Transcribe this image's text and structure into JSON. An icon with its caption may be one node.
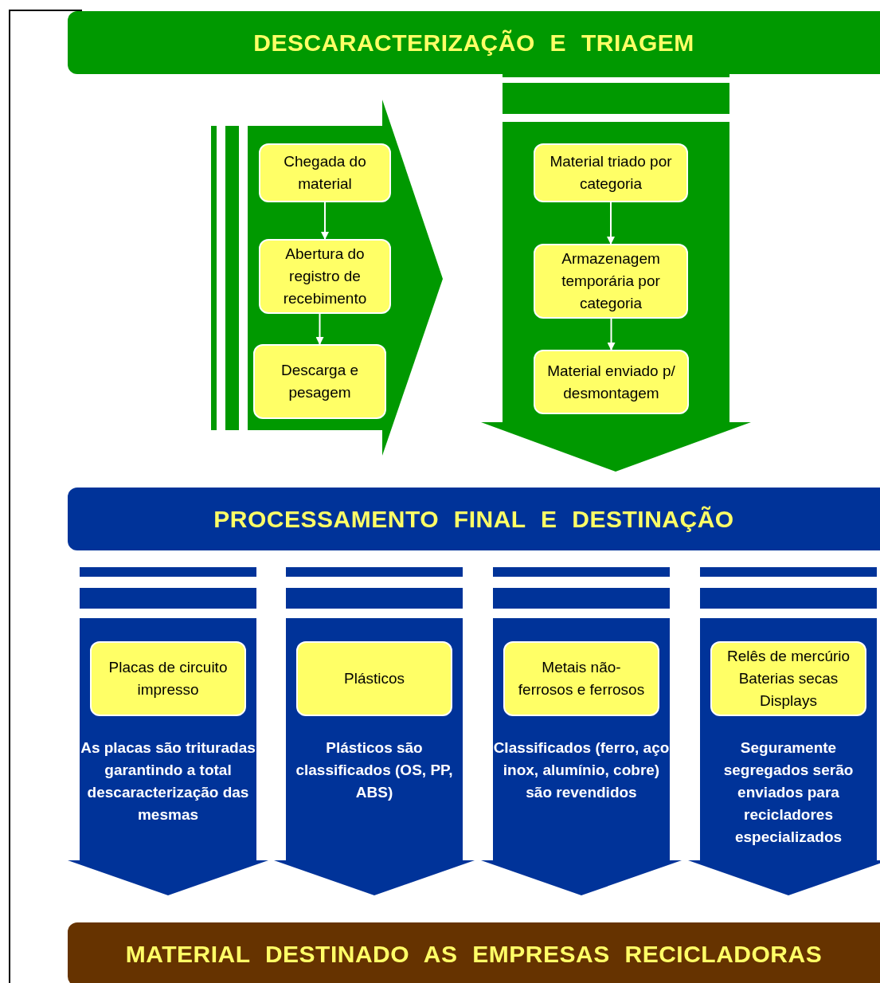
{
  "diagram": {
    "nodes": [
      {
        "text": [
          "DESCARACTERIZAÇÃO E TRIAGEM"
        ]
      },
      {
        "text": [],
        "shape": "arrow"
      },
      {
        "text": [
          "Chegada do material"
        ],
        "in": 1
      },
      {
        "text": [
          "Abertura do registro de recebimento"
        ],
        "in": 1
      },
      {
        "text": [
          "Descarga e pesagem"
        ],
        "in": 1
      },
      {
        "text": [],
        "shape": "arrow"
      },
      {
        "text": [
          "Material triado por categoria"
        ],
        "in": 5
      },
      {
        "text": [
          "Armazenagem temporária por categoria"
        ],
        "in": 5
      },
      {
        "text": [
          "Material enviado p/ desmontagem"
        ],
        "in": 5
      },
      {
        "text": [
          "PROCESSAMENTO FINAL E DESTINAÇÃO"
        ]
      },
      {
        "text": [
          "As placas são trituradas garantindo a total descaracterização das mesmas"
        ]
      },
      {
        "text": [
          "Placas de circuito impresso"
        ],
        "in": 10
      },
      {
        "text": [
          "Plásticos são classificados (OS, PP, ABS)"
        ]
      },
      {
        "text": [
          "Plásticos"
        ],
        "in": 12
      },
      {
        "text": [
          "Classificados (ferro, aço inox, alumínio, cobre) são revendidos"
        ]
      },
      {
        "text": [
          "Metais não-ferrosos e ferrosos"
        ],
        "in": 14
      },
      {
        "text": [
          "Seguramente segregados serão enviados para recicladores especializados"
        ]
      },
      {
        "text": [
          "Relês de mercúrio Baterias secas Displays"
        ],
        "in": 16
      },
      {
        "text": [
          "MATERIAL DESTINADO AS EMPRESAS RECICLADORAS"
        ]
      }
    ],
    "edges": [
      {
        "from": 2,
        "to": 3,
        "arrow": "to"
      },
      {
        "from": 3,
        "to": 4,
        "arrow": "to"
      },
      {
        "from": 6,
        "to": 7,
        "arrow": "to"
      },
      {
        "from": 7,
        "to": 8,
        "arrow": "to"
      }
    ]
  }
}
